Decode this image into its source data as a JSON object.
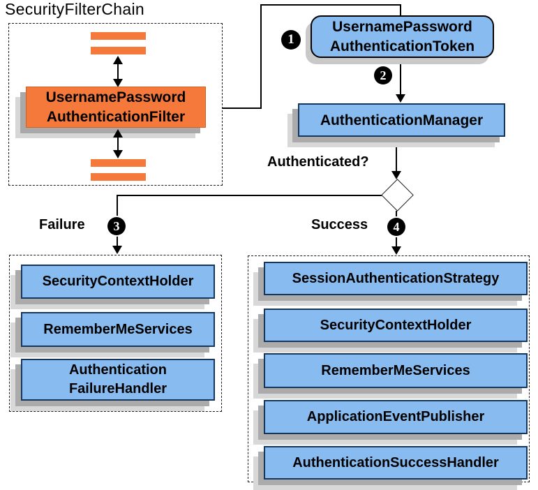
{
  "colors": {
    "orange": "#F5793B",
    "blue_fill": "#88BCF0",
    "blue_border": "#17365D",
    "shadow_dark": "#ABABAB",
    "shadow_light": "#D8D8D8",
    "line": "#000000"
  },
  "filter_chain": {
    "title": "SecurityFilterChain",
    "filter_label": "UsernamePassword\nAuthenticationFilter"
  },
  "flow": {
    "token_label": "UsernamePassword\nAuthenticationToken",
    "manager_label": "AuthenticationManager",
    "authenticated_label": "Authenticated?",
    "failure_label": "Failure",
    "success_label": "Success",
    "steps": [
      "1",
      "2",
      "3",
      "4"
    ]
  },
  "failure_panel": {
    "boxes": [
      "SecurityContextHolder",
      "RememberMeServices",
      "Authentication\nFailureHandler"
    ]
  },
  "success_panel": {
    "boxes": [
      "SessionAuthenticationStrategy",
      "SecurityContextHolder",
      "RememberMeServices",
      "ApplicationEventPublisher",
      "AuthenticationSuccessHandler"
    ]
  },
  "icons": {
    "arrowhead": "solid black triangle",
    "double_arrow": "bidirectional vertical arrow",
    "decision_diamond": "empty rotated square",
    "step_badge": "black circle with white numeral"
  }
}
